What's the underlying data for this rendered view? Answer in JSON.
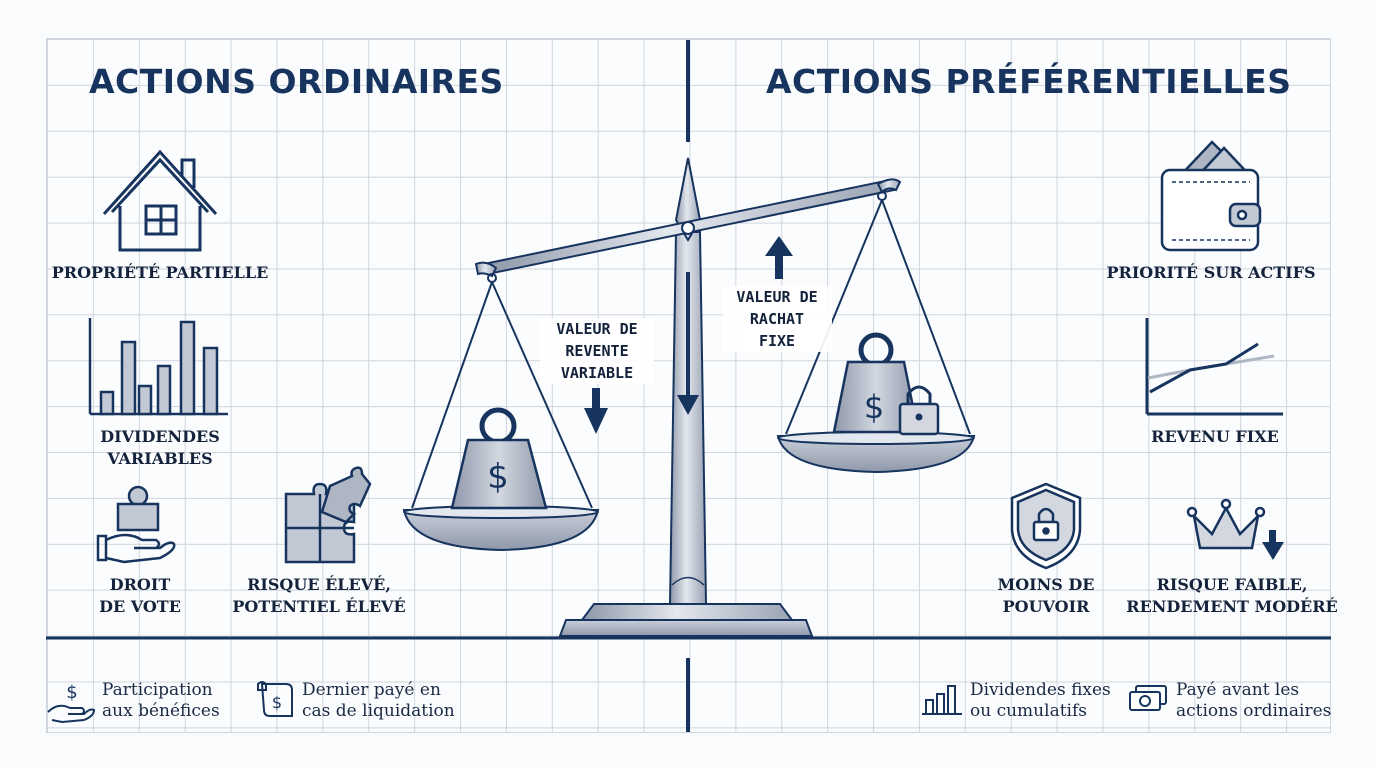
{
  "left": {
    "title": "ACTIONS ORDINAIRES",
    "features": {
      "ownership": "PROPRIÉTÉ PARTIELLE",
      "dividends": [
        "DIVIDENDES",
        "VARIABLES"
      ],
      "voting": [
        "DROIT",
        "DE VOTE"
      ],
      "risk": [
        "RISQUE ÉLEVÉ,",
        "POTENTIEL ÉLEVÉ"
      ]
    },
    "scale_note": [
      "VALEUR DE",
      "REVENTE",
      "VARIABLE"
    ],
    "legend": [
      {
        "icon": "hand-dollar-icon",
        "lines": [
          "Participation",
          "aux bénéfices"
        ]
      },
      {
        "icon": "scroll-dollar-icon",
        "lines": [
          "Dernier payé en",
          "cas de liquidation"
        ]
      }
    ]
  },
  "right": {
    "title": "ACTIONS PRÉFÉRENTIELLES",
    "features": {
      "priority": "PRIORITÉ SUR ACTIFS",
      "income": "REVENU FIXE",
      "power": [
        "MOINS DE",
        "POUVOIR"
      ],
      "risk": [
        "RISQUE FAIBLE,",
        "RENDEMENT MODÉRÉ"
      ]
    },
    "scale_note": [
      "VALEUR DE",
      "RACHAT",
      "FIXE"
    ],
    "legend": [
      {
        "icon": "bar-chart-icon",
        "lines": [
          "Dividendes fixes",
          "ou cumulatifs"
        ]
      },
      {
        "icon": "banknote-icon",
        "lines": [
          "Payé avant les",
          "actions ordinaires"
        ]
      }
    ]
  },
  "colors": {
    "navy": "#17345e",
    "steel": "#aeb6c4",
    "grid": "#cfd5de"
  }
}
